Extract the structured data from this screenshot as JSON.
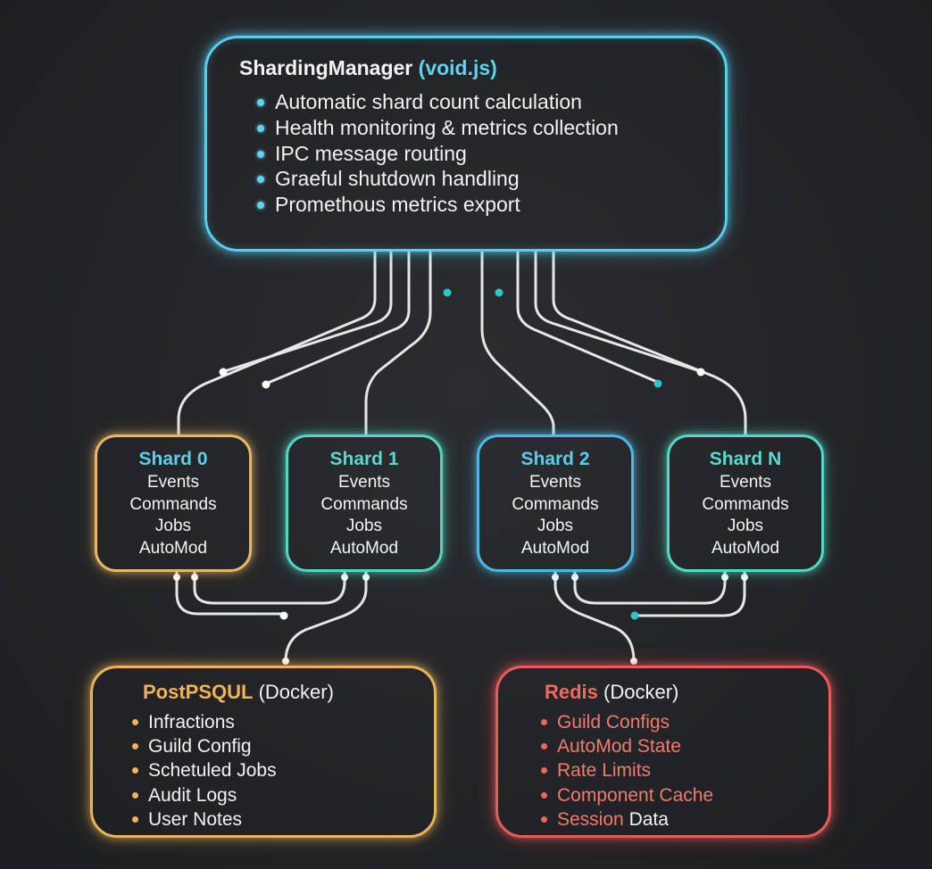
{
  "manager": {
    "title": "ShardingManager",
    "subtitle": "(void.js)",
    "features": [
      "Automatic shard count calculation",
      "Health monitoring & metrics collection",
      "IPC message routing",
      "Graeful shutdown handling",
      "Promethous metrics export"
    ]
  },
  "shards": [
    {
      "name": "Shard 0",
      "features": [
        "Events",
        "Commands",
        "Jobs",
        "AutoMod"
      ]
    },
    {
      "name": "Shard 1",
      "features": [
        "Events",
        "Commands",
        "Jobs",
        "AutoMod"
      ]
    },
    {
      "name": "Shard 2",
      "features": [
        "Events",
        "Commands",
        "Jobs",
        "AutoMod"
      ]
    },
    {
      "name": "Shard N",
      "features": [
        "Events",
        "Commands",
        "Jobs",
        "AutoMod"
      ]
    }
  ],
  "postgres": {
    "title": "PostPSQUL",
    "suffix": "(Docker)",
    "items": [
      "Infractions",
      "Guild Config",
      "Schetuled Jobs",
      "Audit Logs",
      "User Notes"
    ]
  },
  "redis": {
    "title": "Redis",
    "suffix": "(Docker)",
    "items": [
      "Guild Configs",
      "AutoMod State",
      "Rate Limits",
      "Component Cache",
      "Session"
    ],
    "last_item_tail": "Data"
  },
  "colors": {
    "manager_border": "#58cdee",
    "shard0_border": "#e8b765",
    "shard1_border": "#52d6c2",
    "shard2_border": "#4cb8e8",
    "shardN_border": "#52d8c4",
    "postgres_border": "#e8b35a",
    "redis_border": "#ea5a5a",
    "wire": "#f2f2f2",
    "teal_dot": "#2fc6c6"
  }
}
